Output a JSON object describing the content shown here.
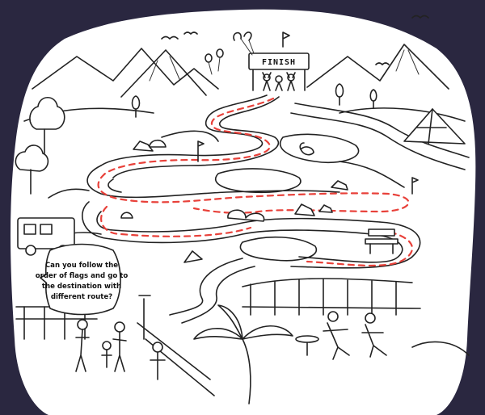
{
  "game": {
    "goal_label": "FINISH",
    "prompt_lines": [
      "Can you follow the",
      "order of flags and go to",
      "the destination with",
      "different route?"
    ]
  },
  "colors": {
    "background": "#2a2740",
    "board": "#ffffff",
    "ink": "#222222",
    "route": "#e8413a"
  }
}
